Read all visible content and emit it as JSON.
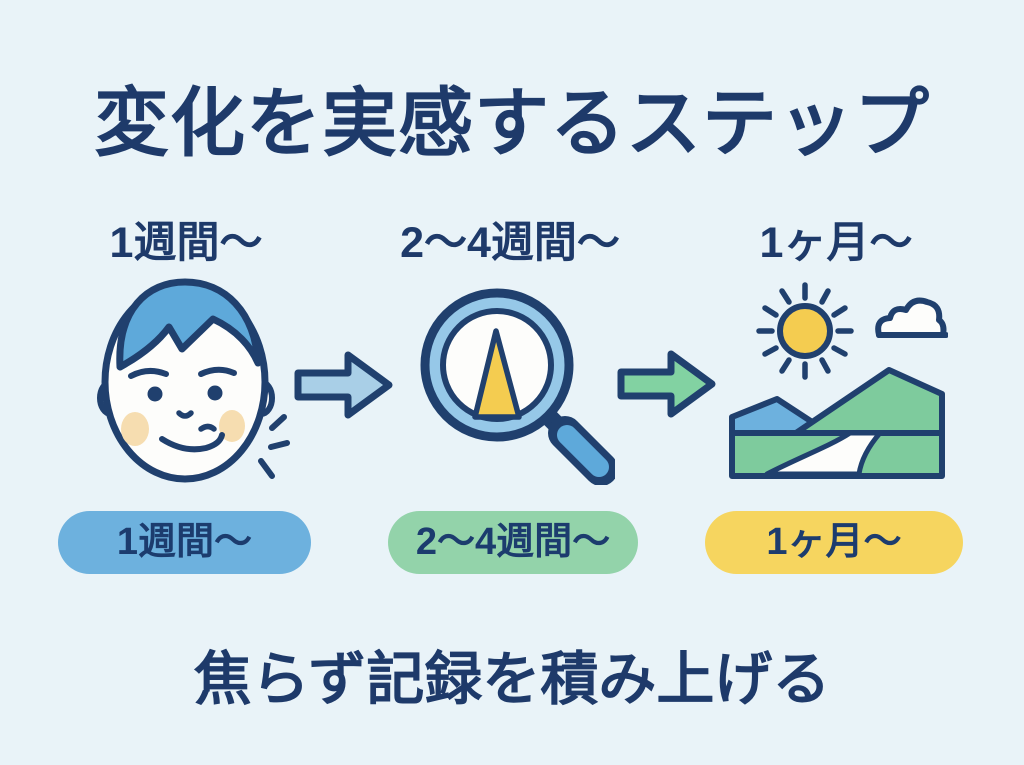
{
  "title": "変化を実感するステップ",
  "caption": "焦らず記録を積み上げる",
  "steps": [
    {
      "header": "1週間〜",
      "pill_label": "1週間〜",
      "icon": "face-icon",
      "pill_color": "#6db1de"
    },
    {
      "header": "2〜4週間〜",
      "pill_label": "2〜4週間〜",
      "icon": "magnifier-icon",
      "pill_color": "#93d3aa"
    },
    {
      "header": "1ヶ月〜",
      "pill_label": "1ヶ月〜",
      "icon": "landscape-icon",
      "pill_color": "#f6d55f"
    }
  ],
  "arrows": [
    {
      "icon": "arrow-right-icon",
      "color": "#a9cfe7"
    },
    {
      "icon": "arrow-right-icon",
      "color": "#82d2a2"
    }
  ],
  "colors": {
    "background": "#e9f3f8",
    "text_navy": "#1e3a6a",
    "outline_navy": "#20406e",
    "hair_blue": "#5ea9da",
    "rim_blue": "#96c8e8",
    "mountain_green": "#7ecb9d",
    "sun_yellow": "#f4cc50",
    "blush_peach": "#f6ddb0"
  }
}
